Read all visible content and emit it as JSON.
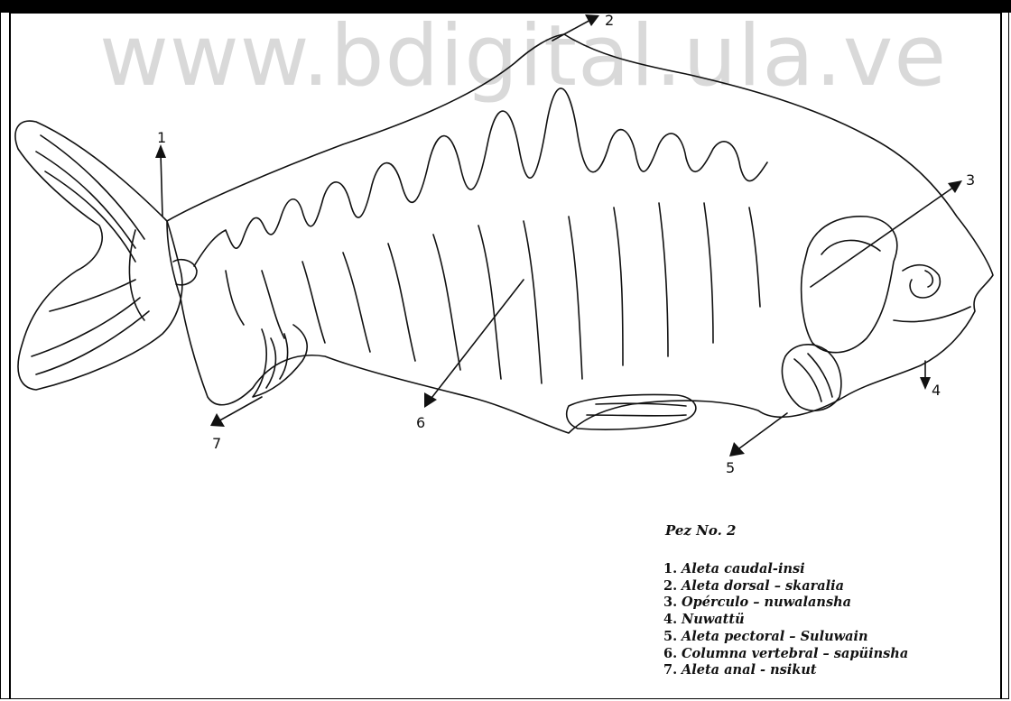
{
  "watermark": "www.bdigital.ula.ve",
  "caption": "Pez No. 2",
  "legend": [
    {
      "num": "1.",
      "text": "Aleta caudal-insi"
    },
    {
      "num": "2.",
      "text": "Aleta dorsal – skaralia"
    },
    {
      "num": "3.",
      "text": "Opérculo – nuwalansha"
    },
    {
      "num": "4.",
      "text": "Nuwattü"
    },
    {
      "num": "5.",
      "text": "Aleta pectoral – Suluwain"
    },
    {
      "num": "6.",
      "text": "Columna vertebral – sapüinsha"
    },
    {
      "num": "7.",
      "text": "Aleta anal - nsikut"
    }
  ],
  "callouts": [
    "1",
    "2",
    "3",
    "4",
    "5",
    "6",
    "7"
  ]
}
